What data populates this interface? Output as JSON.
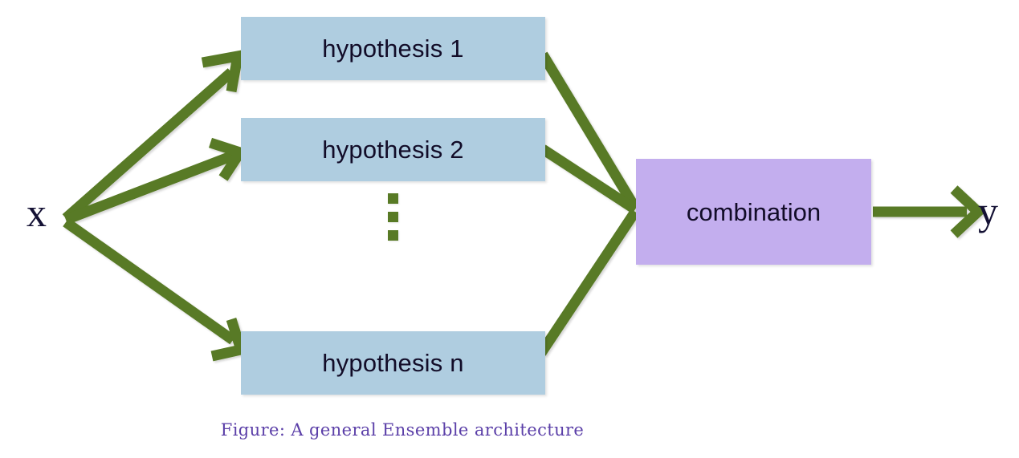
{
  "figure": {
    "caption": "Figure: A general Ensemble architecture",
    "caption_color": "#5B3FA8",
    "background_color": "#FFFFFF"
  },
  "input": {
    "label": "x",
    "color": "#141134"
  },
  "output": {
    "label": "y",
    "color": "#141134"
  },
  "hypotheses": {
    "box_fill": "#AFCDE0",
    "text_color": "#120C28",
    "items": [
      {
        "label": "hypothesis 1"
      },
      {
        "label": "hypothesis 2"
      },
      {
        "label": "hypothesis n"
      }
    ],
    "ellipsis": {
      "name": "vertical-ellipsis",
      "dot_count": 3,
      "dot_color": "#587A25"
    }
  },
  "combination": {
    "label": "combination",
    "box_fill": "#C3AEEE",
    "text_color": "#120C28"
  },
  "arrows": {
    "color": "#587A25",
    "input_arrows": [
      {
        "name": "x-to-hypothesis-1",
        "has_arrowhead": true
      },
      {
        "name": "x-to-hypothesis-2",
        "has_arrowhead": true
      },
      {
        "name": "x-to-hypothesis-n",
        "has_arrowhead": true
      }
    ],
    "output_edges": [
      {
        "name": "hypothesis-1-to-combination",
        "has_arrowhead": false
      },
      {
        "name": "hypothesis-2-to-combination",
        "has_arrowhead": false
      },
      {
        "name": "hypothesis-n-to-combination",
        "has_arrowhead": false
      }
    ],
    "final_arrow": {
      "name": "combination-to-y",
      "has_arrowhead": true
    }
  }
}
